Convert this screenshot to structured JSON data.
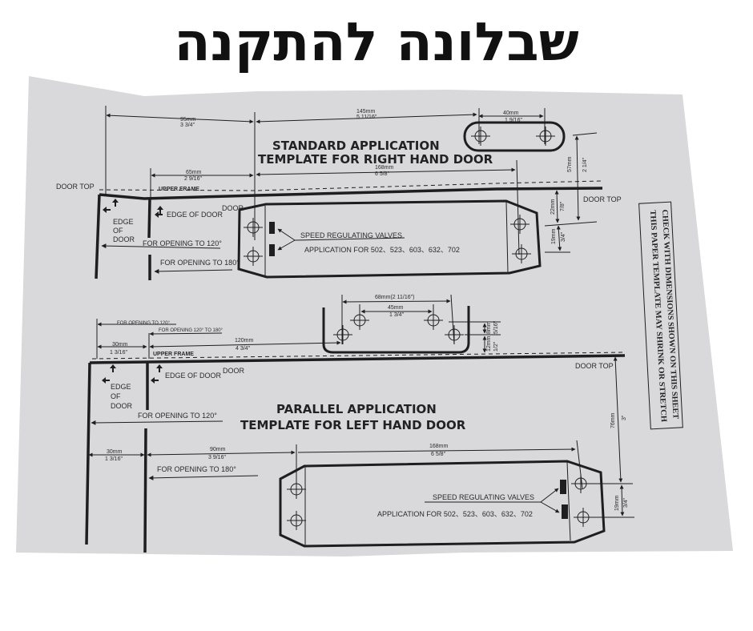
{
  "title": "שבלונה להתקנה",
  "colors": {
    "paper": "#d9d9db",
    "ink": "#1e1e1e",
    "background": "#ffffff"
  },
  "standard": {
    "heading1": "STANDARD APPLICATION",
    "heading2": "TEMPLATE FOR RIGHT HAND DOOR",
    "door_top_left": "DOOR TOP",
    "door_top_right": "DOOR TOP",
    "upper_frame": "UPPER FRAME",
    "edge_of_door_stack": [
      "EDGE",
      "OF",
      "DOOR"
    ],
    "edge_of_door": "EDGE OF DOOR",
    "door": "DOOR",
    "opening_120": "FOR OPENING TO 120°",
    "opening_180": "FOR OPENING TO 180°",
    "valves": "SPEED REGULATING VALVES",
    "application": "APPLICATION FOR  502、523、603、632、702",
    "dims": {
      "d95": [
        "95mm",
        "3 3/4\""
      ],
      "d145": [
        "145mm",
        "5 11/16\""
      ],
      "d40": [
        "40mm",
        "1 9/16\""
      ],
      "d65": [
        "65mm",
        "2 9/16\""
      ],
      "d168": [
        "168mm",
        "6 5/8\""
      ],
      "d57": [
        "57mm",
        "2 1/4\""
      ],
      "d22": [
        "22mm",
        "7/8\""
      ],
      "d19": [
        "19mm",
        "3/4\""
      ]
    }
  },
  "parallel": {
    "heading1": "PARALLEL APPLICATION",
    "heading2": "TEMPLATE FOR LEFT HAND DOOR",
    "door_top": "DOOR TOP",
    "upper_frame": "UPPER FRAME",
    "edge_of_door_stack": [
      "EDGE",
      "OF",
      "DOOR"
    ],
    "edge_of_door": "EDGE OF DOOR",
    "door": "DOOR",
    "opening_120_top": "FOR OPENING TO 120°",
    "opening_120_180": "FOR OPENING 120° TO 180°",
    "opening_120": "FOR OPENING TO 120°",
    "opening_180": "FOR OPENING TO 180°",
    "valves": "SPEED REGULATING VALVES",
    "application": "APPLICATION FOR  502、523、603、632、702",
    "dims": {
      "d68": "68mm(2 11/16\")",
      "d45": [
        "45mm",
        "1 3/4\""
      ],
      "d30a": [
        "30mm",
        "1 3/16\""
      ],
      "d120": [
        "120mm",
        "4 3/4\""
      ],
      "d12": [
        "12mm",
        "1/2\""
      ],
      "d8": [
        "8mm",
        "5/16\""
      ],
      "d30b": [
        "30mm",
        "1 3/16\""
      ],
      "d90": [
        "90mm",
        "3 9/16\""
      ],
      "d168": [
        "168mm",
        "6 5/8\""
      ],
      "d76": [
        "76mm",
        "3\""
      ],
      "d19": [
        "19mm",
        "3/4\""
      ]
    }
  },
  "notice": [
    "THIS PAPER TEMPLATE MAY SHRINK OR STRETCH",
    "CHECK WITH DIMENSIONS SHOWN ON THIS SHEET"
  ]
}
